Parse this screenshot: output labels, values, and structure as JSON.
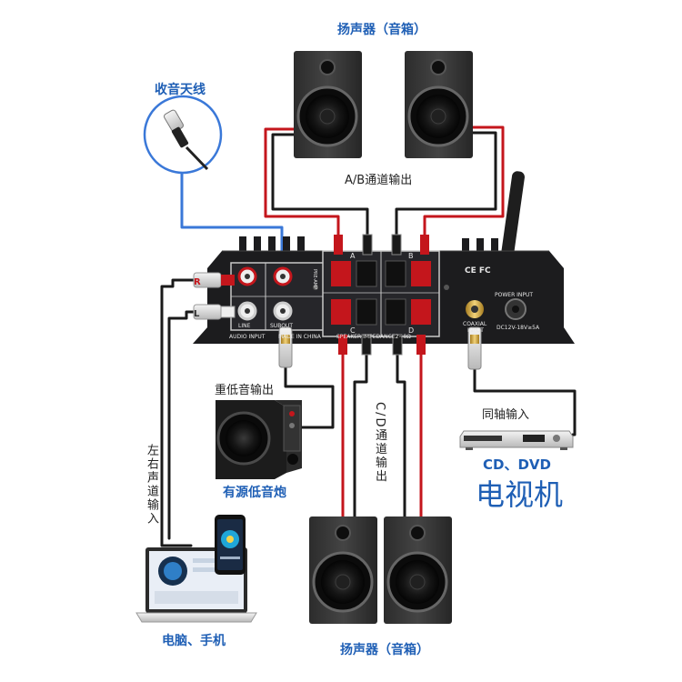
{
  "labels": {
    "speakers_top": "扬声器（音箱）",
    "antenna": "收音天线",
    "ab_output": "A/B通道输出",
    "subwoofer_output": "重低音输出",
    "subwoofer": "有源低音炮",
    "lr_input": "左右声道输入",
    "cd_output": "C/D通道输出",
    "coaxial_input": "同轴输入",
    "cd_dvd": "CD、DVD",
    "tv": "电视机",
    "pc_phone": "电脑、手机",
    "speakers_bottom": "扬声器（音箱）"
  },
  "panel": {
    "r": "R",
    "l": "L",
    "line": "LINE",
    "subout": "SUBOUT",
    "pre_amp": "PRE-AMP",
    "audio_input": "AUDIO INPUT",
    "made_in": "MADE IN CHINA",
    "speaker_impedance": "SPEAKER IMPEDANCE2~8Ω",
    "ch_a": "A",
    "ch_b": "B",
    "ch_c": "C",
    "ch_d": "D",
    "ce": "CE FC",
    "power_input": "POWER INPUT",
    "dc_spec": "DC12V-18V≥5A",
    "coaxial": "COAXIAL",
    "input": "INPUT"
  },
  "colors": {
    "label_blue": "#1f5fb5",
    "wire_red": "#c4161c",
    "wire_black": "#1a1a1a",
    "wire_blue": "#3a78d8",
    "amp_body": "#1c1c1e"
  }
}
